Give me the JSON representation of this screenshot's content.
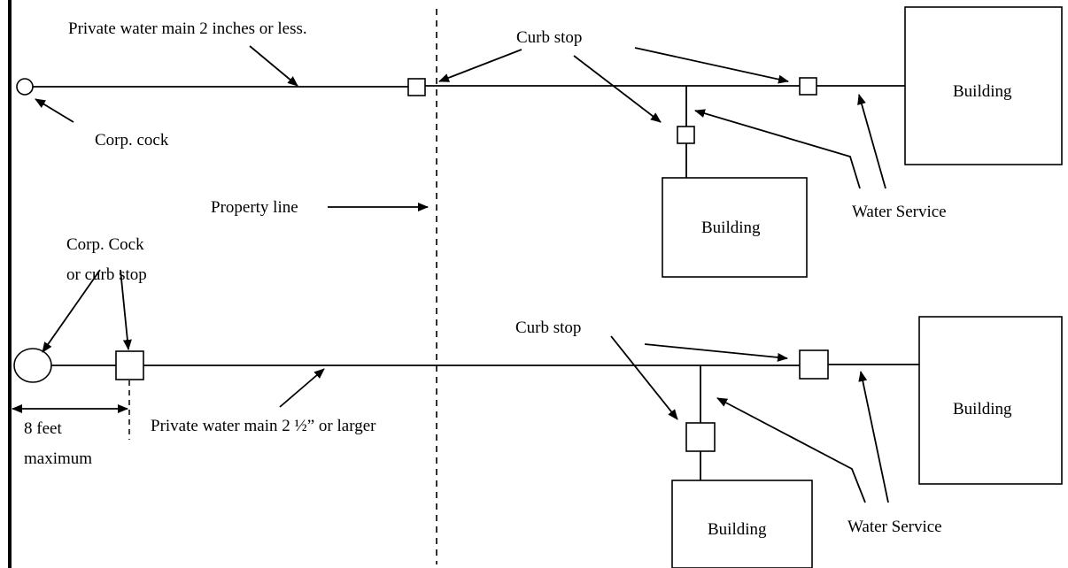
{
  "labels": {
    "main_small": "Private water main 2 inches or less.",
    "curb_stop_top": "Curb stop",
    "corp_cock": "Corp. cock",
    "property_line": "Property line",
    "water_service_top": "Water Service",
    "building_top_right": "Building",
    "building_top_mid": "Building",
    "corp_cock_curb_line1": "Corp. Cock",
    "corp_cock_curb_line2": "or curb stop",
    "curb_stop_bottom": "Curb stop",
    "eight_feet_line1": "8 feet",
    "eight_feet_line2": "maximum",
    "main_large": "Private water main 2 ½” or larger",
    "building_bottom_right": "Building",
    "building_bottom_mid": "Building",
    "water_service_bottom": "Water Service"
  }
}
